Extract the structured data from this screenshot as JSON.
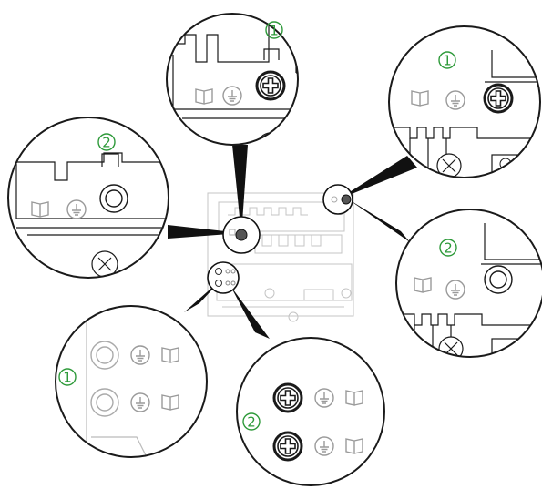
{
  "colors": {
    "marker_green": "#2e9a3a",
    "line": "#1a1a1a",
    "faint": "#c8c8c8",
    "mid": "#8a8a8a",
    "background": "#ffffff"
  },
  "callouts": {
    "top": {
      "number": "1"
    },
    "top_right": {
      "number": "1"
    },
    "left": {
      "number": "2"
    },
    "right": {
      "number": "2"
    },
    "bottom_left": {
      "number": "1"
    },
    "bottom": {
      "number": "2"
    }
  },
  "icons": [
    "book-icon",
    "ground-symbol-icon",
    "phillips-screw-icon",
    "terminal-washer-icon"
  ]
}
